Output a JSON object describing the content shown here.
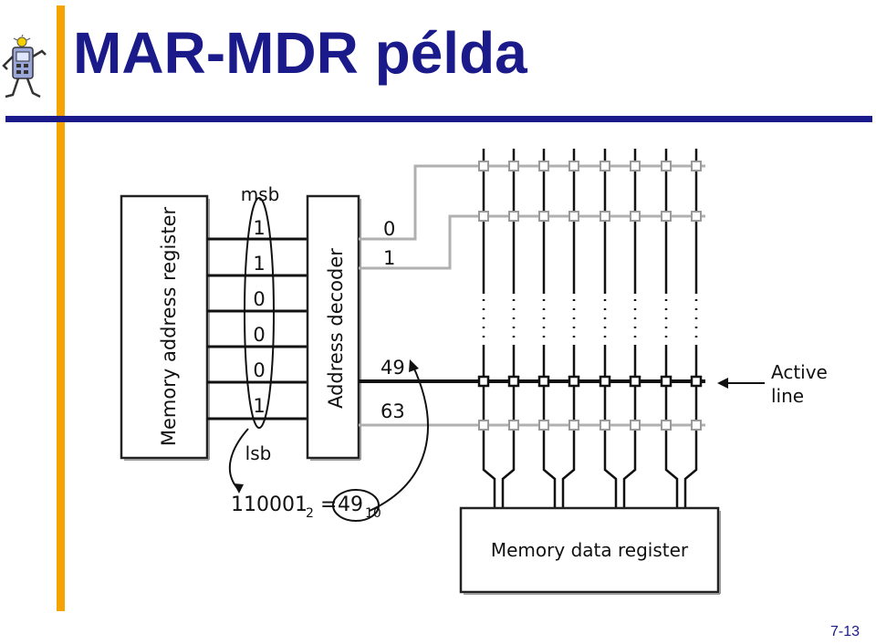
{
  "slide": {
    "title": "MAR-MDR példa",
    "page_number": "7-13"
  },
  "colors": {
    "title": "#1a1a8a",
    "accent_bar": "#f4a300",
    "rule": "#1a1a8a",
    "inactive_line": "#b0b0b0",
    "active_line": "#111111"
  },
  "diagram": {
    "mar_label": "Memory address register",
    "msb_label": "msb",
    "lsb_label": "lsb",
    "address_bits": [
      "1",
      "1",
      "0",
      "0",
      "0",
      "1"
    ],
    "decoder_label": "Address decoder",
    "decoder_outputs": [
      "0",
      "1",
      "49",
      "63"
    ],
    "active_line_label_1": "Active",
    "active_line_label_2": "line",
    "mdr_label": "Memory data register",
    "equation_binary": "110001",
    "equation_binary_base": "2",
    "equation_equals": "=",
    "equation_decimal": "49",
    "equation_decimal_base": "10"
  }
}
